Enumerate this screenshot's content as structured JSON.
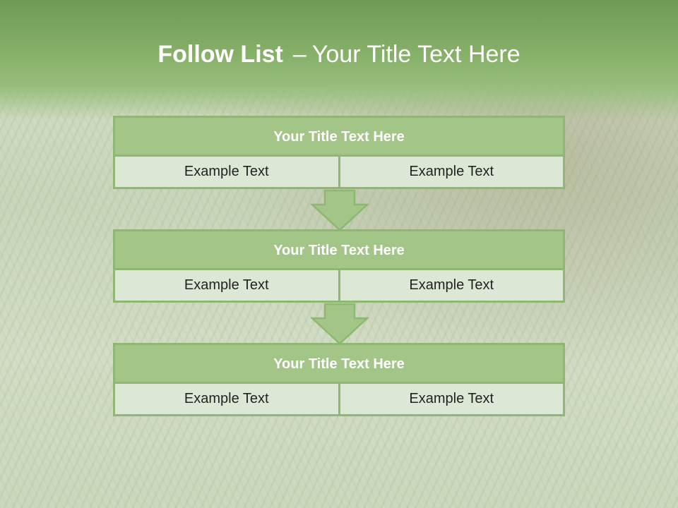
{
  "slide": {
    "title_bold": "Follow List",
    "title_dash": "–",
    "title_rest": "Your Title Text Here"
  },
  "steps": [
    {
      "title": "Your Title Text Here",
      "left": "Example Text",
      "right": "Example Text"
    },
    {
      "title": "Your Title Text Here",
      "left": "Example Text",
      "right": "Example Text"
    },
    {
      "title": "Your Title Text Here",
      "left": "Example Text",
      "right": "Example Text"
    }
  ],
  "colors": {
    "accent_green": "#8db772",
    "header_fill": "#a3c587",
    "cell_fill": "#dde7d6"
  },
  "icons": [
    "down-arrow-icon",
    "down-arrow-icon"
  ]
}
